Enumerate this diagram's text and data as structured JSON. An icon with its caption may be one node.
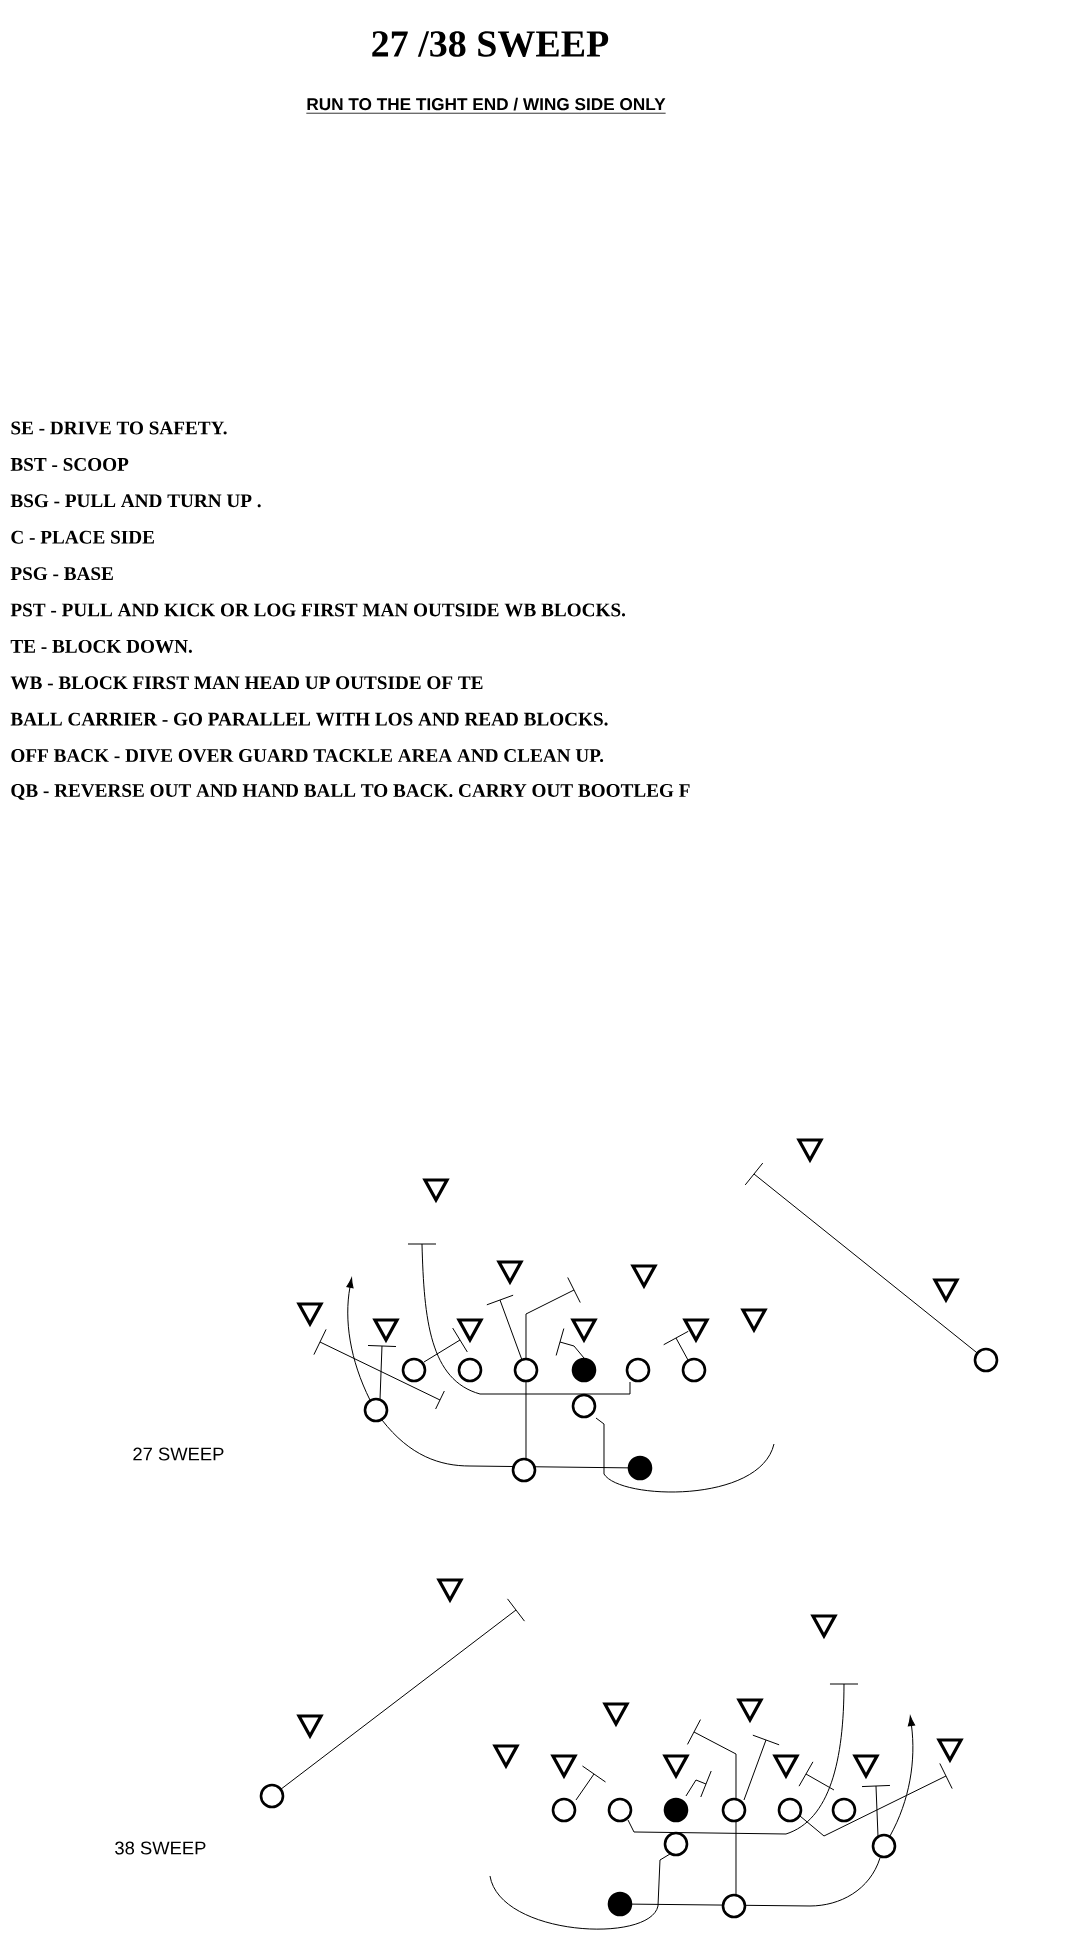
{
  "diagram": {
    "title": "27 /38 SWEEP",
    "labels": [
      "RUN TO THE TIGHT END / WING SIDE ONLY",
      "SE - DRIVE TO SAFETY.",
      "BST - SCOOP",
      "BSG - PULL AND TURN UP .",
      "C - PLACE SIDE",
      "PSG - BASE",
      "PST - PULL AND KICK OR LOG FIRST MAN OUTSIDE WB BLOCKS.",
      "TE - BLOCK DOWN.",
      "WB - BLOCK FIRST MAN HEAD UP OUTSIDE OF TE",
      "BALL CARRIER - GO PARALLEL WITH LOS AND READ BLOCKS.",
      "OFF BACK - DIVE OVER GUARD TACKLE AREA AND CLEAN UP.",
      "QB - REVERSE OUT AND HAND BALL TO BACK. CARRY OUT BOOTLEG F",
      "27 SWEEP",
      "38 SWEEP"
    ]
  }
}
